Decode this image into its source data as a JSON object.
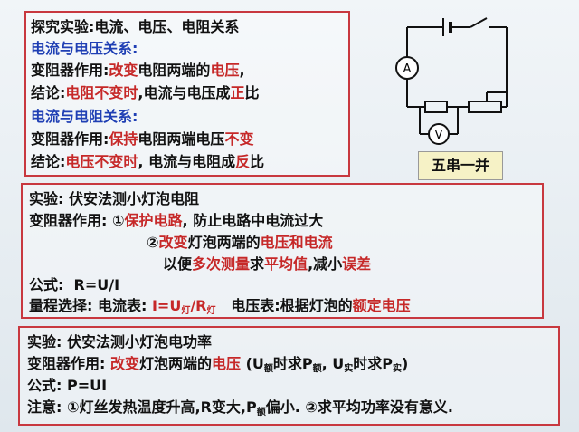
{
  "box1": {
    "line1": "探究实验:电流、电压、电阻关系",
    "h1": "电流与电压关系:",
    "l2a": "变阻器作用:",
    "l2b": "改变",
    "l2c": "电阻两端的",
    "l2d": "电压",
    "l2e": ",",
    "l3a": "结论:",
    "l3b": "电阻不变时",
    "l3c": ",电流与电压成",
    "l3d": "正",
    "l3e": "比",
    "h2": "电流与电阻关系:",
    "l4a": "变阻器作用:",
    "l4b": "保持",
    "l4c": "电阻两端电压",
    "l4d": "不变",
    "l5a": "结论:",
    "l5b": "电压不变时",
    "l5c": ", 电流与电阻成",
    "l5d": "反",
    "l5e": "比"
  },
  "circuit": {
    "ammeter": "A",
    "voltmeter": "V",
    "label": "五串一并"
  },
  "box2": {
    "title": "实验: 伏安法测小灯泡电阻",
    "r1a": "变阻器作用: ①",
    "r1b": "保护电路",
    "r1c": ", 防止电路中电流过大",
    "r2a": "②",
    "r2b": "改变",
    "r2c": "灯泡两端的",
    "r2d": "电压和电流",
    "r3a": "以便",
    "r3b": "多次测量",
    "r3c": "求",
    "r3d": "平均值",
    "r3e": ",减小",
    "r3f": "误差",
    "formula_label": "公式:",
    "formula": "R=U/I",
    "range_a": "量程选择: 电流表:",
    "range_b1": "I=U",
    "range_b1s": "灯",
    "range_b2": "/R",
    "range_b2s": "灯",
    "range_c": "电压表:根据灯泡的",
    "range_d": "额定电压"
  },
  "box3": {
    "title": "实验: 伏安法测小灯泡电功率",
    "r1a": "变阻器作用:",
    "r1b": "改变",
    "r1c": "灯泡两端的",
    "r1d": "电压",
    "r1e": "(U",
    "r1e_s": "额",
    "r1f": "时求P",
    "r1f_s": "额",
    "r1g": ", U",
    "r1g_s": "实",
    "r1h": "时求P",
    "r1h_s": "实",
    "r1i": ")",
    "formula": "公式: P=UI",
    "note_a": "注意: ①灯丝发热温度升高,R变大,P",
    "note_s": "额",
    "note_b": "偏小. ②求平均功率没有意义."
  }
}
